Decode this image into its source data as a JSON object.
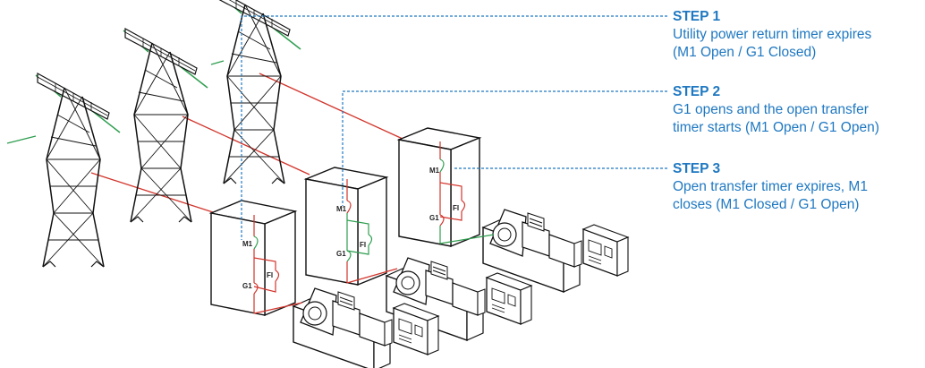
{
  "steps": [
    {
      "title": "STEP 1",
      "lines": [
        "Utility power return timer expires",
        "(M1 Open / G1 Closed)"
      ]
    },
    {
      "title": "STEP 2",
      "lines": [
        "G1 opens and the open transfer",
        "timer starts (M1 Open / G1 Open)"
      ]
    },
    {
      "title": "STEP 3",
      "lines": [
        "Open transfer timer expires, M1",
        "closes (M1 Closed / G1 Open)"
      ]
    }
  ],
  "switch_labels": {
    "utility": "M1",
    "generator": "G1",
    "feeder": "FI"
  },
  "colors": {
    "accent": "#1f78c1",
    "utility_line": "#d2352c",
    "green_line": "#2e9e4f",
    "outline": "#111111"
  },
  "icons": [
    "transmission-tower-icon",
    "transfer-switch-cabinet-icon",
    "generator-set-icon"
  ]
}
